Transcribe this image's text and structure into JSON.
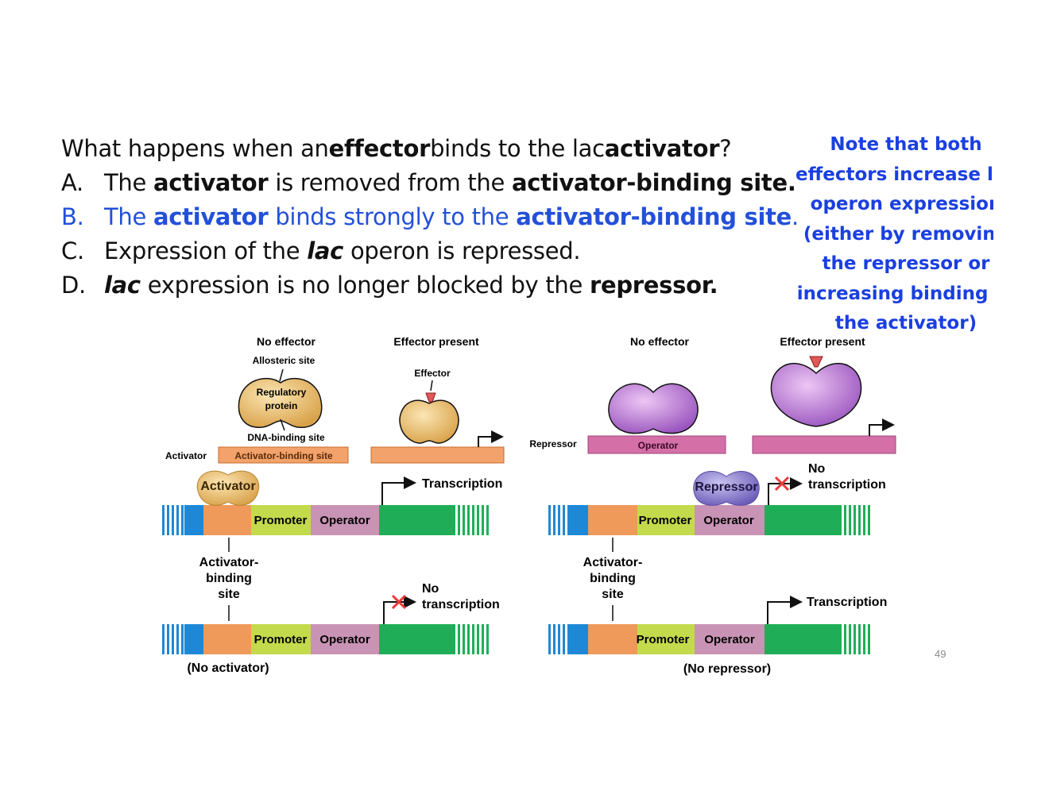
{
  "question": {
    "stem": {
      "p1": "What happens when an ",
      "b1": "effector",
      "p2": " binds to the lac ",
      "b2": "activator",
      "p3": "?"
    },
    "options": [
      {
        "letter": "A.",
        "p1": "The ",
        "b1": "activator",
        "p2": " is removed from the ",
        "b2": "activator-binding site."
      },
      {
        "letter": "B.",
        "p1": "The ",
        "b1": "activator",
        "p2": " binds strongly to the ",
        "b2": "activator-binding site",
        "p3": "."
      },
      {
        "letter": "C.",
        "p1": "Expression of the ",
        "i1": "lac",
        "p2": " operon is repressed."
      },
      {
        "letter": "D.",
        "i1": "lac",
        "p1": " expression is no longer blocked by the ",
        "b1": "repressor."
      }
    ]
  },
  "note": {
    "lines": [
      "Note that both",
      "effectors increase lac",
      "operon expression",
      "(either by removing",
      "the repressor or",
      "increasing binding of",
      "the activator)"
    ]
  },
  "figure": {
    "left": {
      "no_effector": "No effector",
      "effector_present": "Effector present",
      "allosteric_site": "Allosteric site",
      "regulatory_protein_1": "Regulatory",
      "regulatory_protein_2": "protein",
      "dna_binding_site": "DNA-binding site",
      "activator_label": "Activator",
      "activator_binding_site": "Activator-binding site",
      "effector": "Effector",
      "activator_protein": "Activator",
      "transcription": "Transcription",
      "promoter": "Promoter",
      "operator": "Operator",
      "abs_1": "Activator-",
      "abs_2": "binding",
      "abs_3": "site",
      "no": "No",
      "transcription_2": "transcription",
      "promoter_2": "Promoter",
      "operator_2": "Operator",
      "no_activator": "(No activator)"
    },
    "right": {
      "no_effector": "No effector",
      "effector_present": "Effector present",
      "repressor_label": "Repressor",
      "operator_label": "Operator",
      "repressor_protein": "Repressor",
      "no": "No",
      "transcription": "transcription",
      "promoter": "Promoter",
      "operator": "Operator",
      "abs_1": "Activator-",
      "abs_2": "binding",
      "abs_3": "site",
      "transcription_2": "Transcription",
      "promoter_2": "Promoter",
      "operator_2": "Operator",
      "no_repressor": "(No repressor)"
    }
  },
  "page_number": "49",
  "colors": {
    "question_correct": "#2350d8",
    "note": "#1a3fe0",
    "activator_protein": "#e8b85c",
    "repressor_protein": "#a46cc8",
    "promoter": "#c3da4c",
    "operator": "#c993b5",
    "gene": "#1fae57",
    "activator_site": "#ef9a5a",
    "dna_blue": "#1e88d6",
    "no_transcription_x": "#e83a3a"
  }
}
